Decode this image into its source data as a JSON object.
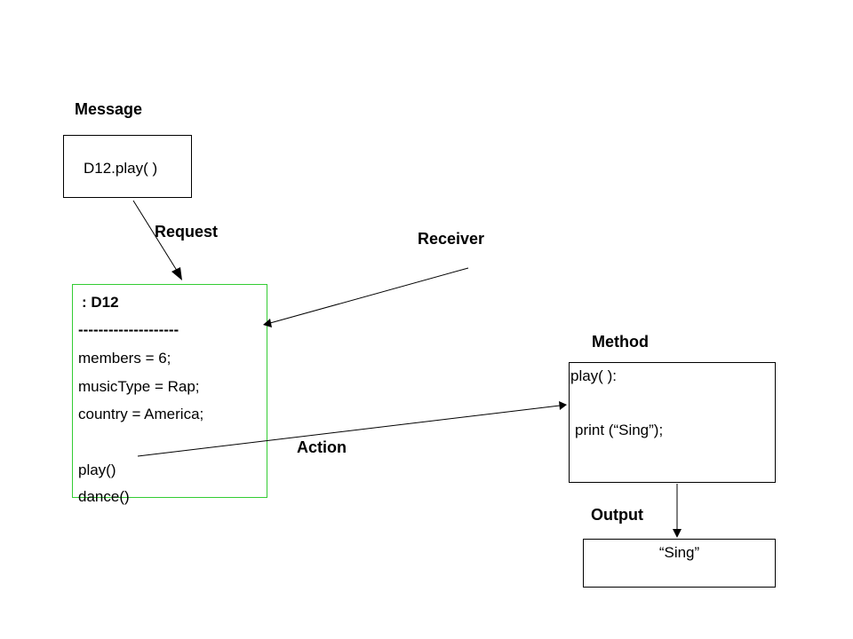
{
  "labels": {
    "message": "Message",
    "request": "Request",
    "receiver": "Receiver",
    "method": "Method",
    "action": "Action",
    "output": "Output"
  },
  "message_box": {
    "text": "D12.play( )"
  },
  "object_box": {
    "title": ": D12",
    "separator": "--------------------",
    "lines": [
      "members = 6;",
      "musicType = Rap;",
      "country = America;",
      "",
      "play()",
      "dance()"
    ]
  },
  "method_box": {
    "signature": "play( ):",
    "body": "print (“Sing”);"
  },
  "output_box": {
    "text": "“Sing”"
  },
  "colors": {
    "object_border": "#33cc33",
    "line": "#000000"
  }
}
